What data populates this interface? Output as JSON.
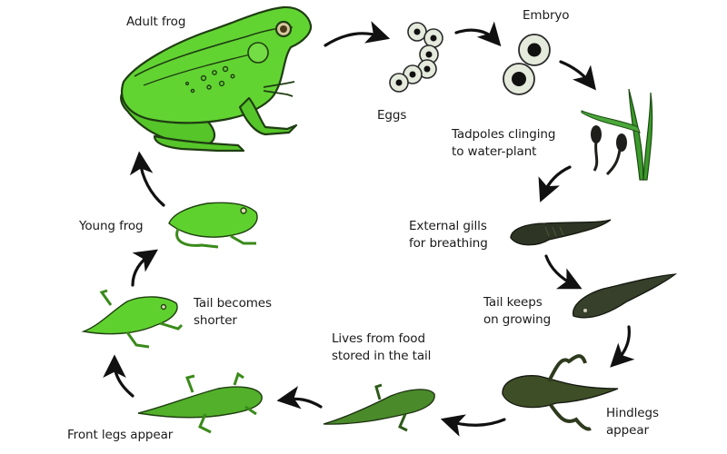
{
  "diagram": {
    "type": "cycle",
    "subject": "Frog life cycle",
    "colors": {
      "frog_bright_green": "#5fd12f",
      "frog_outline": "#1f3d12",
      "froglet_green": "#4fae2a",
      "tadpole_dark": "#2e3524",
      "tadpole_olive": "#4a5a2e",
      "egg_fill": "#e4eadc",
      "egg_core": "#111111",
      "plant_green": "#3a9a2a",
      "arrow": "#111111",
      "text": "#1a1a1a"
    },
    "stages": [
      {
        "id": "adult-frog",
        "label": "Adult frog"
      },
      {
        "id": "eggs",
        "label": "Eggs"
      },
      {
        "id": "embryo",
        "label": "Embryo"
      },
      {
        "id": "tadpoles-clinging",
        "label_line1": "Tadpoles clinging",
        "label_line2": "to water-plant"
      },
      {
        "id": "external-gills",
        "label_line1": "External gills",
        "label_line2": "for breathing"
      },
      {
        "id": "tail-growing",
        "label_line1": "Tail keeps",
        "label_line2": "on growing"
      },
      {
        "id": "hindlegs",
        "label_line1": "Hindlegs",
        "label_line2": "appear"
      },
      {
        "id": "food-tail",
        "label_line1": "Lives from food",
        "label_line2": "stored in the tail"
      },
      {
        "id": "front-legs",
        "label": "Front legs appear"
      },
      {
        "id": "tail-shorter",
        "label_line1": "Tail becomes",
        "label_line2": "shorter"
      },
      {
        "id": "young-frog",
        "label": "Young frog"
      }
    ]
  }
}
